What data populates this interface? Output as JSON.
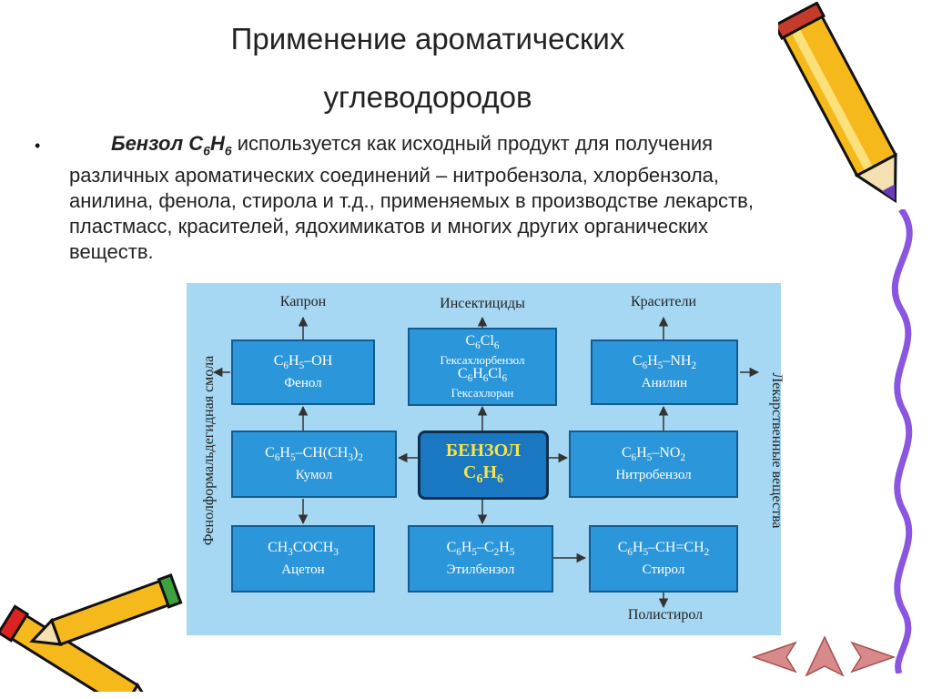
{
  "title": {
    "line1": "Применение ароматических",
    "line2": "углеводородов"
  },
  "bullet": {
    "lead": "Бензол С",
    "lead_sub1": "6",
    "lead_h": "Н",
    "lead_sub2": "6",
    "text": " используется как исходный продукт для получения различных ароматических соединений – нитробензола, хлорбензола, анилина, фенола, стирола и т.д., применяемых в производстве лекарств, пластмасс, красителей, ядохимикатов и многих других органических веществ."
  },
  "diagram": {
    "top_labels": {
      "kapron": "Капрон",
      "insecticides": "Инсектициды",
      "dyes": "Красители"
    },
    "bottom_label": "Полистирол",
    "left_vertical": "Фенолформальдегидная смола",
    "right_vertical": "Лекарственные вещества",
    "center": {
      "name": "БЕНЗОЛ",
      "formula": "C6H6"
    },
    "boxes": {
      "phenol": {
        "formula": "C6H5–OH",
        "name": "Фенол"
      },
      "hexa": {
        "formula1": "C6Cl6",
        "name1": "Гексахлорбензол",
        "formula2": "C6H6Cl6",
        "name2": "Гексахлоран"
      },
      "aniline": {
        "formula": "C6H5–NH2",
        "name": "Анилин"
      },
      "cumene": {
        "formula": "C6H5–CH(CH3)2",
        "name": "Кумол"
      },
      "nitro": {
        "formula": "C6H5–NO2",
        "name": "Нитробензол"
      },
      "acetone": {
        "formula": "CH3COCH3",
        "name": "Ацетон"
      },
      "ethyl": {
        "formula": "C6H5–C2H5",
        "name": "Этилбензол"
      },
      "styrene": {
        "formula": "C6H5–CH=CH2",
        "name": "Стирол"
      }
    }
  }
}
